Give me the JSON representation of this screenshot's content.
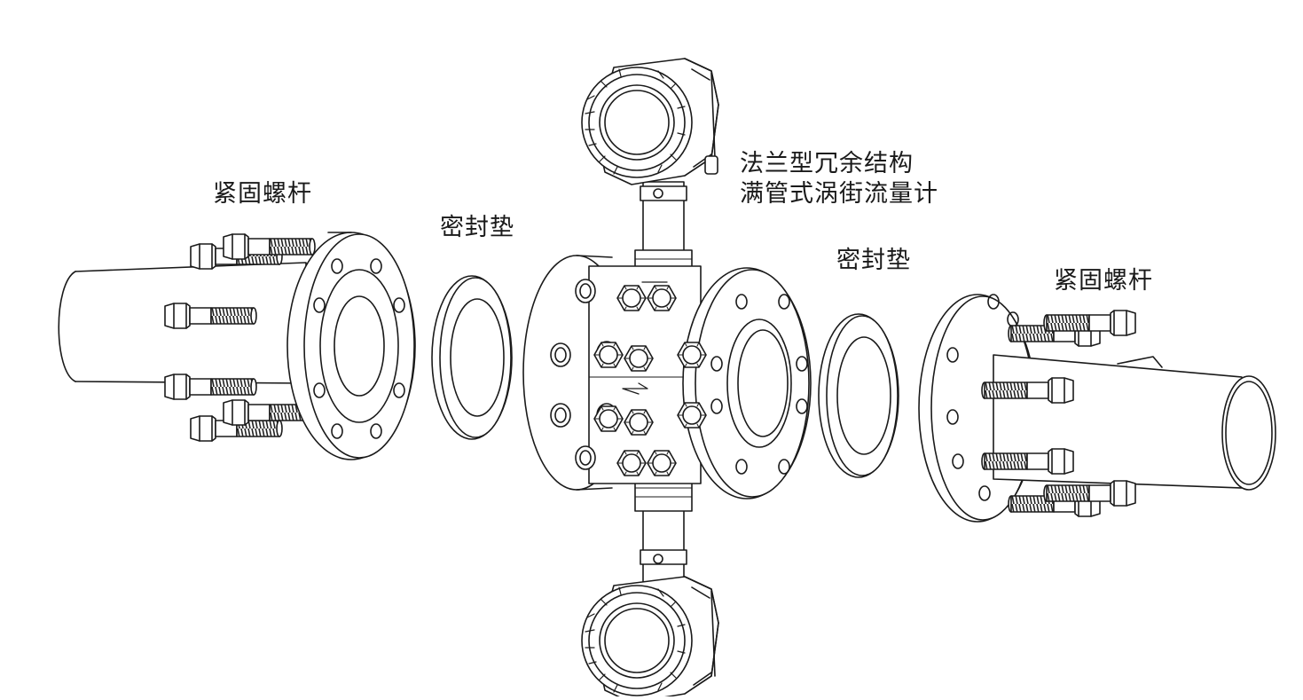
{
  "labels": {
    "left_bolts": "紧固螺杆",
    "left_gasket": "密封垫",
    "meter_line1": "法兰型冗余结构",
    "meter_line2": "满管式涡街流量计",
    "right_gasket": "密封垫",
    "right_bolts": "紧固螺杆"
  },
  "colors": {
    "stroke": "#1a1a1a",
    "fill": "#ffffff",
    "thread": "#555555"
  }
}
